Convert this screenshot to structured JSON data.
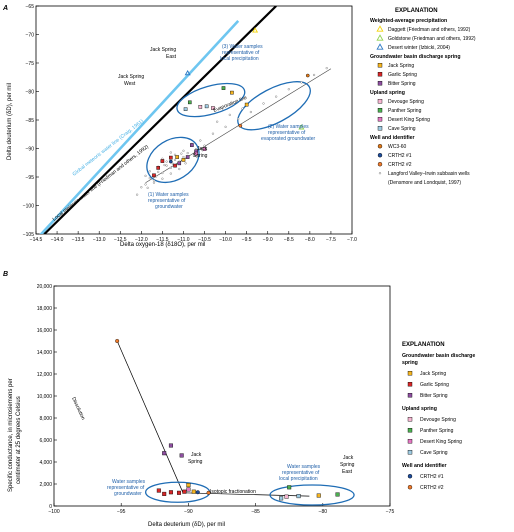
{
  "figure": {
    "panel_a_letter": "A",
    "panel_b_letter": "B"
  },
  "chart_data": [
    {
      "type": "scatter",
      "panel": "A",
      "xlabel": "Delta oxygen-18 (δ18O), per mil",
      "ylabel": "Delta deuterium (δD), per mil",
      "xlim": [
        -14.5,
        -7.0
      ],
      "ylim": [
        -105,
        -65
      ],
      "xticks": [
        -14.5,
        -14.0,
        -13.5,
        -13.0,
        -12.5,
        -12.0,
        -11.5,
        -11.0,
        -10.5,
        -10.0,
        -9.5,
        -9.0,
        -8.5,
        -8.0,
        -7.5,
        -7.0
      ],
      "yticks": [
        -105,
        -100,
        -95,
        -90,
        -85,
        -80,
        -75,
        -70,
        -65
      ],
      "lines": [
        {
          "name": "Global meteoric water line (Craig, 1961)",
          "x": [
            -14.5,
            -9.7
          ],
          "y": [
            -106,
            -67.6
          ],
          "color": "#6ec6f0"
        },
        {
          "name": "Local meteoric water line (Friedman and others, 1992)",
          "x": [
            -14.3,
            -8.8
          ],
          "y": [
            -105,
            -65
          ],
          "color": "#000000"
        },
        {
          "name": "Evaporation line",
          "x": [
            -11.9,
            -7.5
          ],
          "y": [
            -96,
            -76
          ],
          "color": "#444444"
        }
      ],
      "explanation": {
        "title": "EXPLANATION",
        "groups": [
          {
            "heading": "Weighted-average precipitation",
            "items": [
              {
                "label": "Daggett (Friedman and others, 1992)",
                "marker": "triangle",
                "color": "#f2d40c"
              },
              {
                "label": "Goldstone (Friedman and others, 1992)",
                "marker": "triangle",
                "color": "#8fd14f"
              },
              {
                "label": "Desert winter (Izbicki, 2004)",
                "marker": "triangle",
                "color": "#2a78c4"
              }
            ]
          },
          {
            "heading": "Groundwater basin discharge spring",
            "items": [
              {
                "label": "Jack Spring",
                "marker": "square",
                "color": "#f5b521"
              },
              {
                "label": "Garlic Spring",
                "marker": "square",
                "color": "#d62728"
              },
              {
                "label": "Bitter Spring",
                "marker": "square",
                "color": "#8e4fa0"
              }
            ]
          },
          {
            "heading": "Upland spring",
            "items": [
              {
                "label": "Devouge Spring",
                "marker": "square",
                "color": "#f7b6d2"
              },
              {
                "label": "Panther Spring",
                "marker": "square",
                "color": "#4caf50"
              },
              {
                "label": "Desert King Spring",
                "marker": "square",
                "color": "#e377c2"
              },
              {
                "label": "Cave Spring",
                "marker": "square",
                "color": "#9ecae1"
              }
            ]
          },
          {
            "heading": "Well and identifier",
            "items": [
              {
                "label": "WC3-60",
                "marker": "circle",
                "color": "#e0791a"
              },
              {
                "label": "CRTH2 #1",
                "marker": "circle",
                "color": "#1f4e9c"
              },
              {
                "label": "CRTH2 #2",
                "marker": "circle",
                "color": "#f07b2c"
              },
              {
                "label": "Langford Valley–Irwin subbasin wells",
                "marker": "dot",
                "color": "#666666"
              }
            ]
          }
        ],
        "source_note": "(Densmore and Londquist, 1997)"
      },
      "annotations": {
        "gmwl": "Global meteoric water line (Craig, 1961)",
        "lmwl": "Local meteoric water line (Friedman and others, 1992)",
        "evap": "Evaporation line",
        "jack_east_1": "Jack Spring",
        "jack_east_2": "East",
        "jack_west_1": "Jack Spring",
        "jack_west_2": "West",
        "jack_1": "Jack",
        "jack_2": "Spring",
        "precip_1": "(3) Water samples",
        "precip_2": "representative of",
        "precip_3": "local precipitation",
        "evapgw_1": "(2) Water samples",
        "evapgw_2": "representative of",
        "evapgw_3": "evaporated groundwater",
        "gw_1": "(1) Water samples",
        "gw_2": "representative of",
        "gw_3": "groundwater"
      },
      "series": [
        {
          "name": "Daggett",
          "marker": "triangle",
          "color": "#f2d40c",
          "points": [
            [
              -9.3,
              -69.3
            ]
          ]
        },
        {
          "name": "Goldstone",
          "marker": "triangle",
          "color": "#8fd14f",
          "points": [
            [
              -8.2,
              -86.3
            ]
          ]
        },
        {
          "name": "Desert winter",
          "marker": "triangle",
          "color": "#2a78c4",
          "points": [
            [
              -10.9,
              -76.8
            ]
          ]
        },
        {
          "name": "Jack Spring",
          "marker": "square",
          "color": "#f5b521",
          "points": [
            [
              -9.85,
              -80.2
            ],
            [
              -9.5,
              -82.3
            ],
            [
              -11.0,
              -92.0
            ],
            [
              -11.15,
              -91.5
            ]
          ]
        },
        {
          "name": "Garlic Spring",
          "marker": "square",
          "color": "#d62728",
          "points": [
            [
              -11.6,
              -93.4
            ],
            [
              -11.5,
              -92.2
            ],
            [
              -11.3,
              -91.6
            ],
            [
              -11.2,
              -93.0
            ],
            [
              -11.7,
              -94.7
            ]
          ]
        },
        {
          "name": "Bitter Spring",
          "marker": "square",
          "color": "#8e4fa0",
          "points": [
            [
              -10.9,
              -91.5
            ],
            [
              -10.8,
              -89.4
            ],
            [
              -10.7,
              -90.5
            ],
            [
              -11.1,
              -92.6
            ]
          ]
        },
        {
          "name": "Devouge Spring",
          "marker": "square",
          "color": "#f7b6d2",
          "points": [
            [
              -10.6,
              -82.7
            ],
            [
              -10.3,
              -82.9
            ]
          ]
        },
        {
          "name": "Panther Spring",
          "marker": "square",
          "color": "#4caf50",
          "points": [
            [
              -10.05,
              -79.4
            ],
            [
              -10.85,
              -81.9
            ]
          ]
        },
        {
          "name": "Desert King Spring",
          "marker": "square",
          "color": "#e377c2",
          "points": [
            [
              -10.7,
              -90.9
            ],
            [
              -10.5,
              -90.1
            ]
          ]
        },
        {
          "name": "Cave Spring",
          "marker": "square",
          "color": "#9ecae1",
          "points": [
            [
              -10.95,
              -83.1
            ],
            [
              -10.45,
              -82.6
            ]
          ]
        },
        {
          "name": "WC3-60",
          "marker": "circle",
          "color": "#e0791a",
          "points": [
            [
              -8.05,
              -77.2
            ]
          ]
        },
        {
          "name": "CRTH2 #1",
          "marker": "circle",
          "color": "#1f4e9c",
          "points": [
            [
              -11.3,
              -92.3
            ]
          ]
        },
        {
          "name": "CRTH2 #2",
          "marker": "circle",
          "color": "#f07b2c",
          "points": [
            [
              -9.65,
              -86.0
            ]
          ]
        },
        {
          "name": "Langford Valley–Irwin subbasin wells",
          "marker": "dot",
          "color": "#666666",
          "points": [
            [
              -11.8,
              -95.2
            ],
            [
              -11.6,
              -94.1
            ],
            [
              -11.4,
              -93.0
            ],
            [
              -11.2,
              -92.0
            ],
            [
              -11.0,
              -91.5
            ],
            [
              -11.9,
              -96.3
            ],
            [
              -11.7,
              -95.6
            ],
            [
              -11.5,
              -94.3
            ],
            [
              -11.3,
              -93.4
            ],
            [
              -11.1,
              -92.3
            ],
            [
              -10.9,
              -90.8
            ],
            [
              -10.7,
              -90.1
            ],
            [
              -10.5,
              -89.5
            ],
            [
              -11.6,
              -93.2
            ],
            [
              -11.4,
              -92.3
            ],
            [
              -11.2,
              -91.1
            ],
            [
              -11.0,
              -90.4
            ],
            [
              -11.8,
              -94.0
            ],
            [
              -12.0,
              -96.8
            ],
            [
              -11.9,
              -94.8
            ],
            [
              -11.5,
              -91.8
            ],
            [
              -11.3,
              -90.7
            ],
            [
              -10.8,
              -89.2
            ],
            [
              -10.6,
              -88.6
            ],
            [
              -10.3,
              -87.4
            ],
            [
              -10.0,
              -86.2
            ],
            [
              -9.7,
              -84.8
            ],
            [
              -9.4,
              -83.6
            ],
            [
              -9.1,
              -82.1
            ],
            [
              -8.8,
              -80.9
            ],
            [
              -8.5,
              -79.6
            ],
            [
              -8.2,
              -78.4
            ],
            [
              -7.9,
              -77.1
            ],
            [
              -7.6,
              -75.9
            ],
            [
              -10.2,
              -85.3
            ],
            [
              -9.9,
              -84.1
            ],
            [
              -9.6,
              -83.0
            ],
            [
              -11.1,
              -93.6
            ],
            [
              -11.7,
              -96.0
            ],
            [
              -12.1,
              -98.1
            ],
            [
              -11.5,
              -95.3
            ],
            [
              -11.3,
              -94.4
            ],
            [
              -10.95,
              -92.6
            ],
            [
              -11.05,
              -90.9
            ],
            [
              -11.45,
              -92.9
            ],
            [
              -11.65,
              -94.9
            ],
            [
              -11.85,
              -96.9
            ],
            [
              -11.25,
              -92.7
            ],
            [
              -10.75,
              -91.2
            ],
            [
              -10.55,
              -90.3
            ]
          ]
        }
      ]
    },
    {
      "type": "scatter",
      "panel": "B",
      "xlabel": "Delta deuterium (δD), per mil",
      "ylabel_1": "Specific conductance, in microsiemens per",
      "ylabel_2": "centimeter at 25 degrees Celsius",
      "xlim": [
        -100,
        -75
      ],
      "ylim": [
        0,
        20000
      ],
      "xticks": [
        -100,
        -95,
        -90,
        -85,
        -80,
        -75
      ],
      "yticks": [
        0,
        2000,
        4000,
        6000,
        8000,
        10000,
        12000,
        14000,
        16000,
        18000,
        20000
      ],
      "xtick_labels": [
        "−100",
        "−95",
        "−90",
        "−85",
        "−80",
        "−75"
      ],
      "ytick_labels": [
        "0",
        "2,000",
        "4,000",
        "6,000",
        "8,000",
        "10,000",
        "12,000",
        "14,000",
        "16,000",
        "18,000",
        "20,000"
      ],
      "lines": [
        {
          "name": "Dissolution",
          "x": [
            -95.3,
            -90.4
          ],
          "y": [
            15000,
            1200
          ]
        },
        {
          "name": "Isotopic fractionation",
          "x": [
            -90.4,
            -81.0
          ],
          "y": [
            1200,
            900
          ]
        }
      ],
      "explanation": {
        "title": "EXPLANATION",
        "groups": [
          {
            "heading": "Groundwater basin discharge spring",
            "items": [
              {
                "label": "Jack Spring",
                "marker": "square",
                "color": "#f5b521"
              },
              {
                "label": "Garlic Spring",
                "marker": "square",
                "color": "#d62728"
              },
              {
                "label": "Bitter Spring",
                "marker": "square",
                "color": "#8e4fa0"
              }
            ]
          },
          {
            "heading": "Upland spring",
            "items": [
              {
                "label": "Devouge Spring",
                "marker": "square",
                "color": "#f7b6d2"
              },
              {
                "label": "Panther Spring",
                "marker": "square",
                "color": "#4caf50"
              },
              {
                "label": "Desert King Spring",
                "marker": "square",
                "color": "#e377c2"
              },
              {
                "label": "Cave Spring",
                "marker": "square",
                "color": "#9ecae1"
              }
            ]
          },
          {
            "heading": "Well and identifier",
            "items": [
              {
                "label": "CRTH2 #1",
                "marker": "circle",
                "color": "#1f4e9c"
              },
              {
                "label": "CRTH2 #2",
                "marker": "circle",
                "color": "#f07b2c"
              }
            ]
          }
        ]
      },
      "annotations": {
        "dissolution": "Dissolution",
        "isofrac": "Isotopic fractionation",
        "jack_1": "Jack",
        "jack_2": "Spring",
        "jack_east_1": "Jack",
        "jack_east_2": "Spring",
        "jack_east_3": "East",
        "gw_1": "Water samples",
        "gw_2": "representative of",
        "gw_3": "groundwater",
        "pr_1": "Water samples",
        "pr_2": "representative of",
        "pr_3": "local precipitation"
      },
      "series": [
        {
          "name": "Jack Spring",
          "marker": "square",
          "color": "#f5b521",
          "points": [
            [
              -90.0,
              1900
            ],
            [
              -89.6,
              1300
            ],
            [
              -80.3,
              950
            ]
          ]
        },
        {
          "name": "Garlic Spring",
          "marker": "square",
          "color": "#d62728",
          "points": [
            [
              -92.2,
              1400
            ],
            [
              -91.8,
              1100
            ],
            [
              -91.3,
              1250
            ],
            [
              -90.7,
              1200
            ],
            [
              -90.3,
              1300
            ]
          ]
        },
        {
          "name": "Bitter Spring",
          "marker": "square",
          "color": "#8e4fa0",
          "points": [
            [
              -91.3,
              5500
            ],
            [
              -90.5,
              4600
            ],
            [
              -91.8,
              4800
            ]
          ]
        },
        {
          "name": "Devouge Spring",
          "marker": "square",
          "color": "#f7b6d2",
          "points": [
            [
              -82.7,
              850
            ]
          ]
        },
        {
          "name": "Panther Spring",
          "marker": "square",
          "color": "#4caf50",
          "points": [
            [
              -82.5,
              1700
            ],
            [
              -78.9,
              1050
            ]
          ]
        },
        {
          "name": "Desert King Spring",
          "marker": "square",
          "color": "#e377c2",
          "points": [
            [
              -90.0,
              1500
            ]
          ]
        },
        {
          "name": "Cave Spring",
          "marker": "square",
          "color": "#9ecae1",
          "points": [
            [
              -83.1,
              700
            ],
            [
              -81.8,
              900
            ]
          ]
        },
        {
          "name": "CRTH2 #1",
          "marker": "circle",
          "color": "#1f4e9c",
          "points": [
            [
              -89.3,
              1250
            ]
          ]
        },
        {
          "name": "CRTH2 #2",
          "marker": "circle",
          "color": "#f07b2c",
          "points": [
            [
              -95.3,
              15000
            ],
            [
              -88.5,
              1200
            ]
          ]
        }
      ]
    }
  ]
}
